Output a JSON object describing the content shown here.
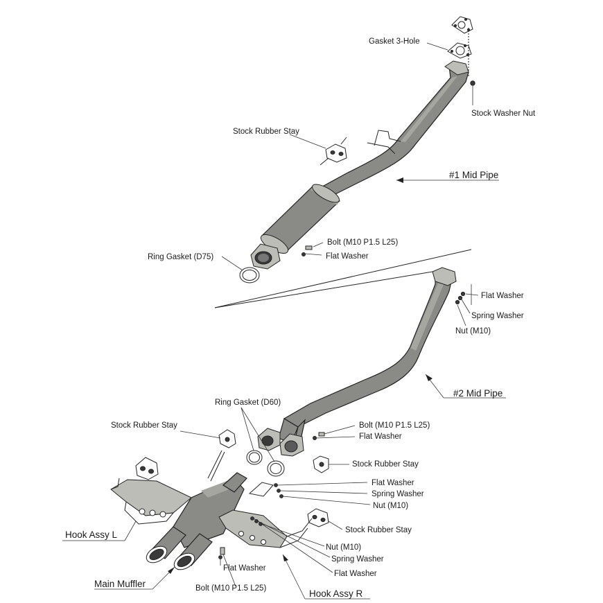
{
  "labels": {
    "gasket_3hole": "Gasket 3-Hole",
    "stock_washer_nut": "Stock Washer Nut",
    "stock_rubber_stay_1": "Stock Rubber Stay",
    "mid_pipe_1": "#1 Mid Pipe",
    "bolt_1": "Bolt (M10 P1.5 L25)",
    "flat_washer_1": "Flat Washer",
    "ring_gasket_d75": "Ring Gasket (D75)",
    "flat_washer_2": "Flat Washer",
    "spring_washer_2": "Spring Washer",
    "nut_m10_2": "Nut (M10)",
    "mid_pipe_2": "#2 Mid Pipe",
    "ring_gasket_d60": "Ring Gasket (D60)",
    "stock_rubber_stay_2": "Stock Rubber Stay",
    "bolt_3": "Bolt (M10 P1.5 L25)",
    "flat_washer_3": "Flat Washer",
    "stock_rubber_stay_3": "Stock Rubber Stay",
    "flat_washer_4": "Flat Washer",
    "spring_washer_4": "Spring Washer",
    "nut_m10_4": "Nut (M10)",
    "stock_rubber_stay_4": "Stock Rubber Stay",
    "hook_assy_l": "Hook Assy L",
    "nut_m10_5": "Nut (M10)",
    "spring_washer_5": "Spring Washer",
    "flat_washer_5": "Flat Washer",
    "main_muffler": "Main Muffler",
    "flat_washer_6": "Flat Washer",
    "bolt_6": "Bolt (M10 P1.5 L25)",
    "hook_assy_r": "Hook Assy R"
  }
}
